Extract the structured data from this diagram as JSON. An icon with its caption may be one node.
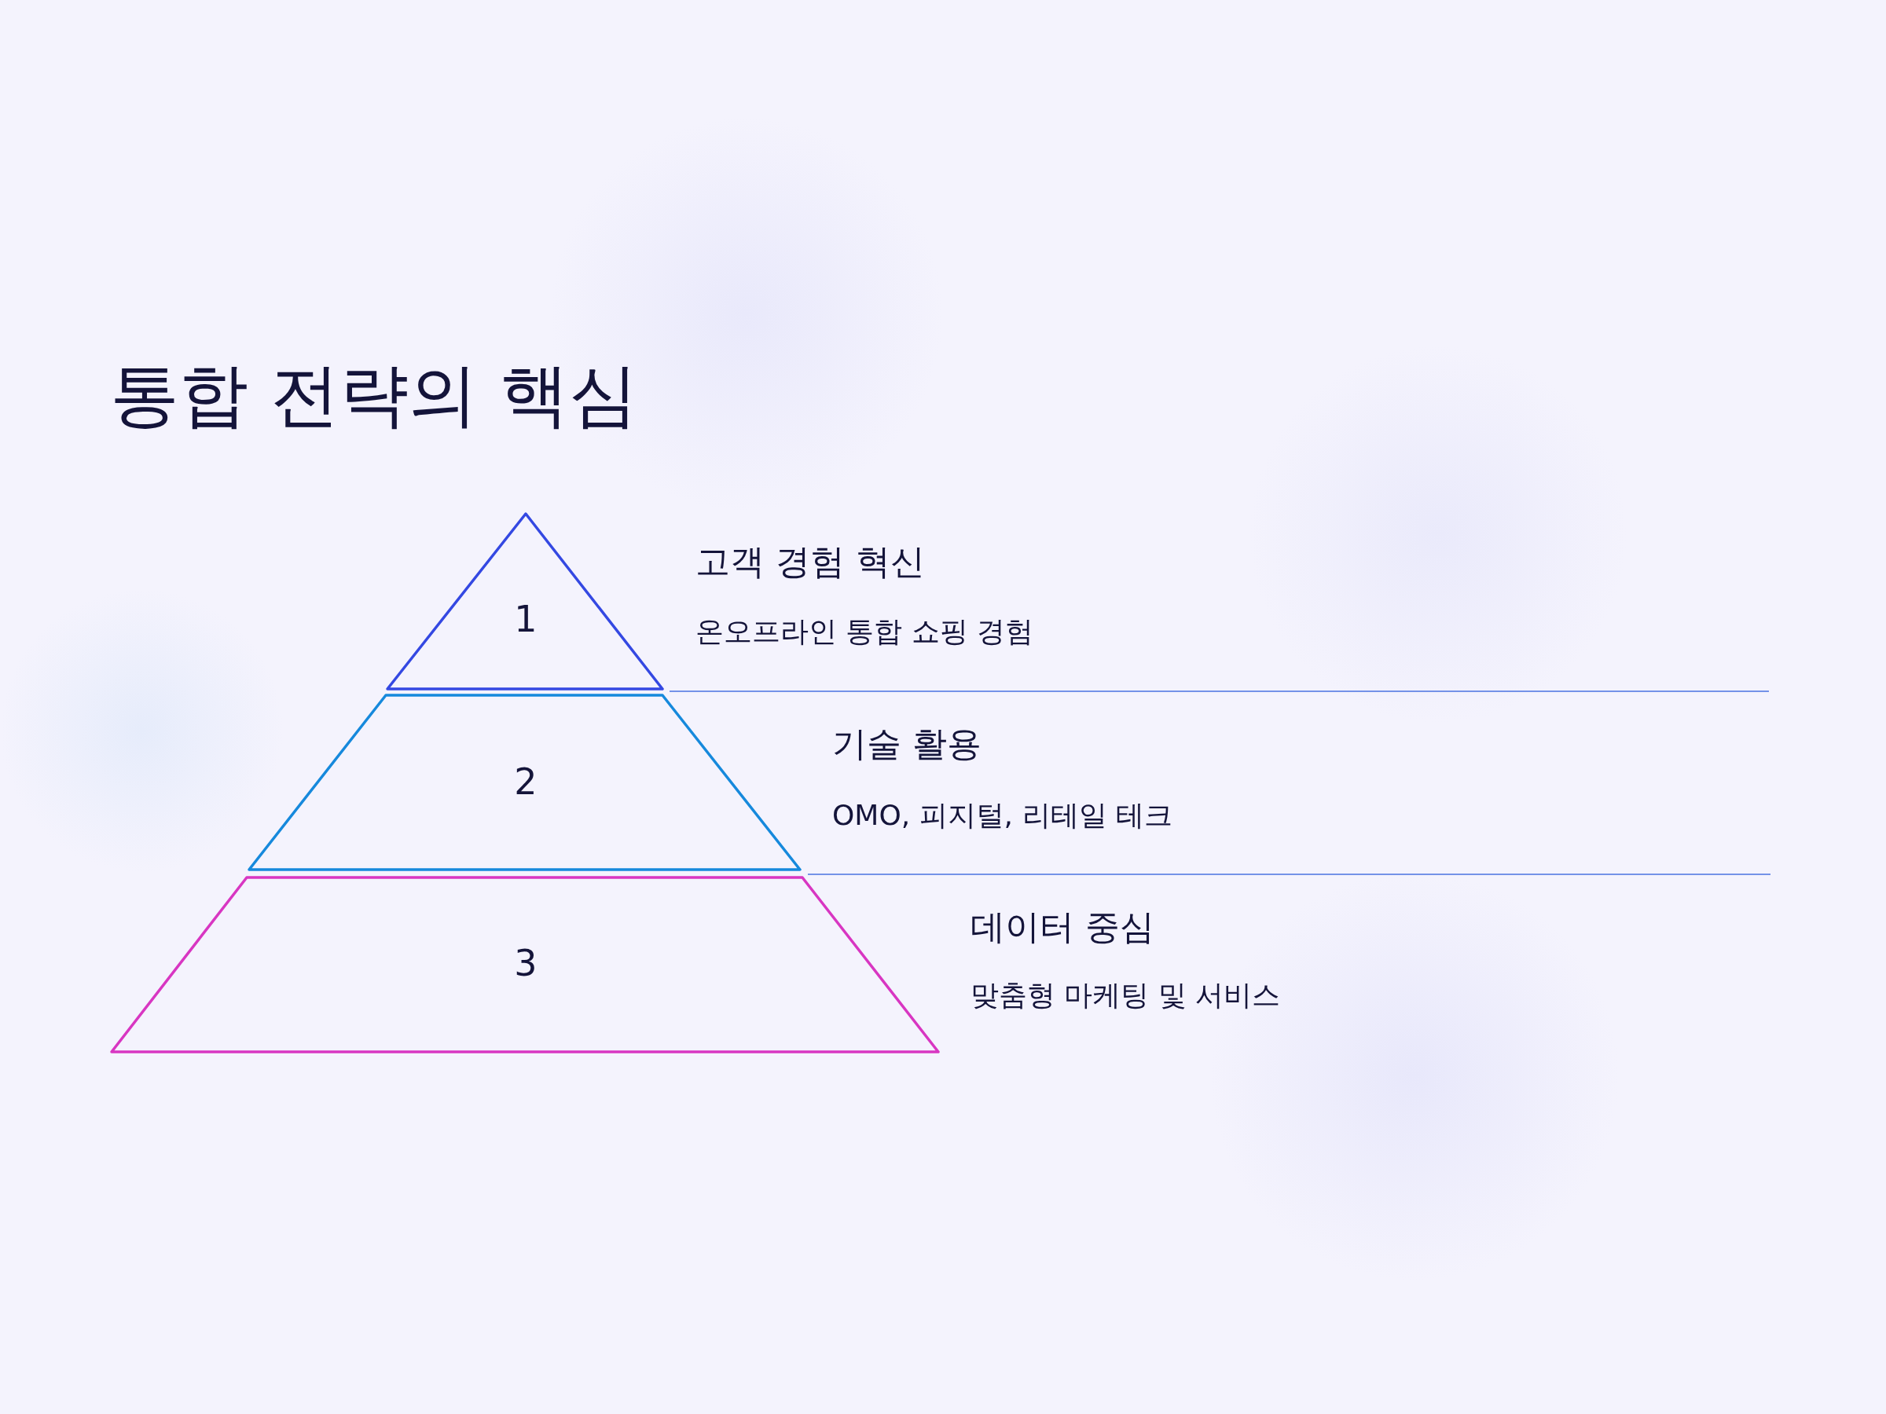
{
  "diagram": {
    "title": "통합 전략의 핵심",
    "nodes": [
      {
        "text": [
          "1"
        ],
        "beside": [
          "고객 경험 혁신",
          "온오프라인 통합 쇼핑 경험"
        ]
      },
      {
        "text": [
          "2"
        ],
        "beside": [
          "기술 활용",
          "OMO, 피지털, 리테일 테크"
        ]
      },
      {
        "text": [
          "3"
        ],
        "beside": [
          "데이터 중심",
          "맞춤형 마케팅 및 서비스"
        ]
      }
    ],
    "edges": []
  }
}
